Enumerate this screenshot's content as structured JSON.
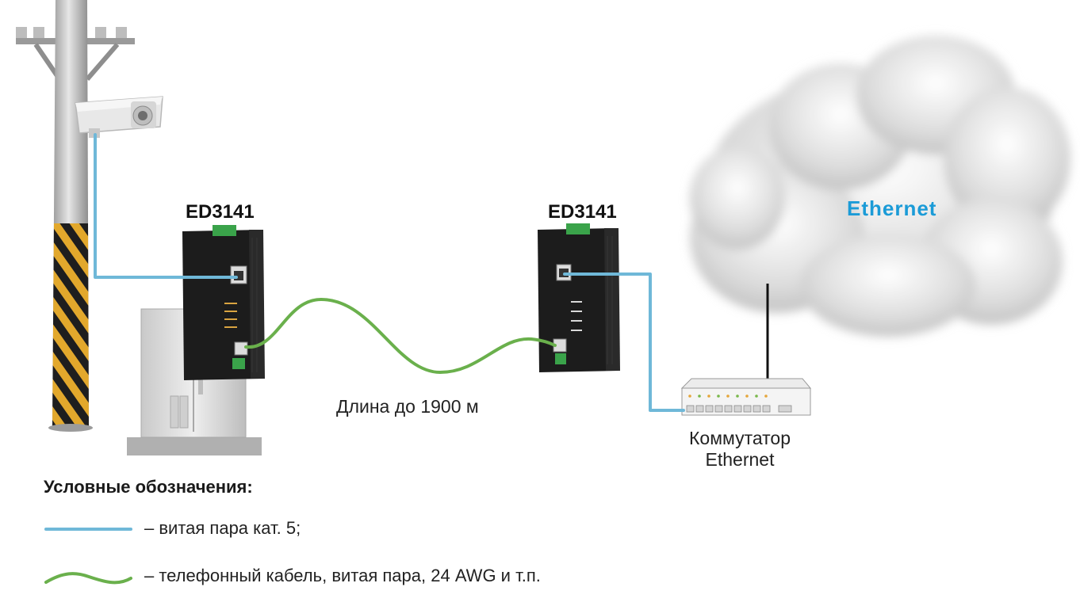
{
  "devices": {
    "left_title": "ED3141",
    "right_title": "ED3141"
  },
  "cloud": {
    "label": "Ethernet"
  },
  "distance_label": "Длина до 1900 м",
  "switch": {
    "line1": "Коммутатор",
    "line2": "Ethernet"
  },
  "legend": {
    "title": "Условные обозначения:",
    "items": [
      {
        "text": "– витая пара кат. 5;",
        "color": "#6fb8d8"
      },
      {
        "text": "– телефонный кабель, витая пара, 24 AWG и т.п.",
        "color": "#6ab04c"
      }
    ]
  },
  "colors": {
    "cat5_cable": "#6fb8d8",
    "phone_cable": "#6ab04c",
    "cloud_text": "#1b9bd7",
    "device_body": "#1c1c1c",
    "terminal_block": "#3aa34a"
  },
  "icons": [
    "utility-pole-icon",
    "camera-icon",
    "cabinet-icon",
    "converter-icon",
    "switch-icon",
    "cloud-icon"
  ]
}
